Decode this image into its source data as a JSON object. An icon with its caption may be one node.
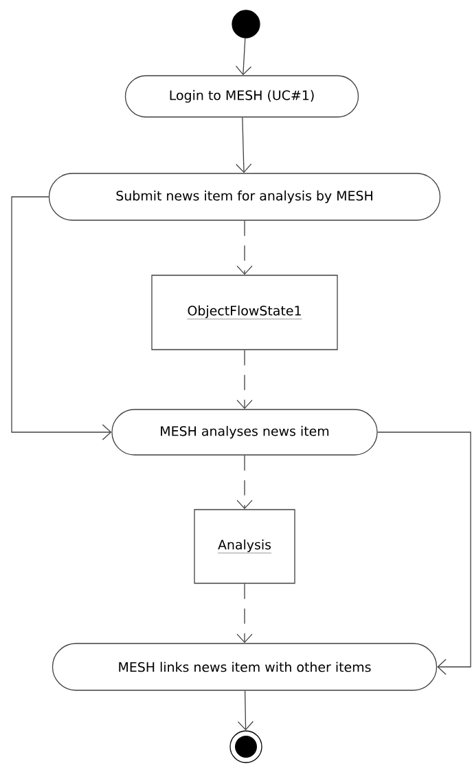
{
  "diagram": {
    "nodes": [
      {
        "text": [],
        "shape": "circle"
      },
      {
        "text": [
          "Login to MESH (UC#1)"
        ]
      },
      {
        "text": [
          "Submit news item for analysis by MESH"
        ]
      },
      {
        "text": [
          "ObjectFlowState1"
        ]
      },
      {
        "text": [
          "MESH analyses news item"
        ]
      },
      {
        "text": [
          "Analysis"
        ]
      },
      {
        "text": [
          "MESH links news item with other items"
        ]
      },
      {
        "text": [],
        "shape": "bullseye"
      }
    ],
    "edges": [
      {
        "from": 0,
        "to": 1,
        "arrow": "to"
      },
      {
        "from": 1,
        "to": 2,
        "arrow": "to"
      },
      {
        "from": 2,
        "to": 3,
        "arrow": "to",
        "style": "dashed"
      },
      {
        "from": 3,
        "to": 4,
        "arrow": "to",
        "style": "dashed"
      },
      {
        "from": 2,
        "to": 4,
        "arrow": "to"
      },
      {
        "from": 4,
        "to": 5,
        "arrow": "to",
        "style": "dashed"
      },
      {
        "from": 5,
        "to": 6,
        "arrow": "to",
        "style": "dashed"
      },
      {
        "from": 4,
        "to": 6,
        "arrow": "to"
      },
      {
        "from": 6,
        "to": 7,
        "arrow": "to"
      }
    ]
  }
}
